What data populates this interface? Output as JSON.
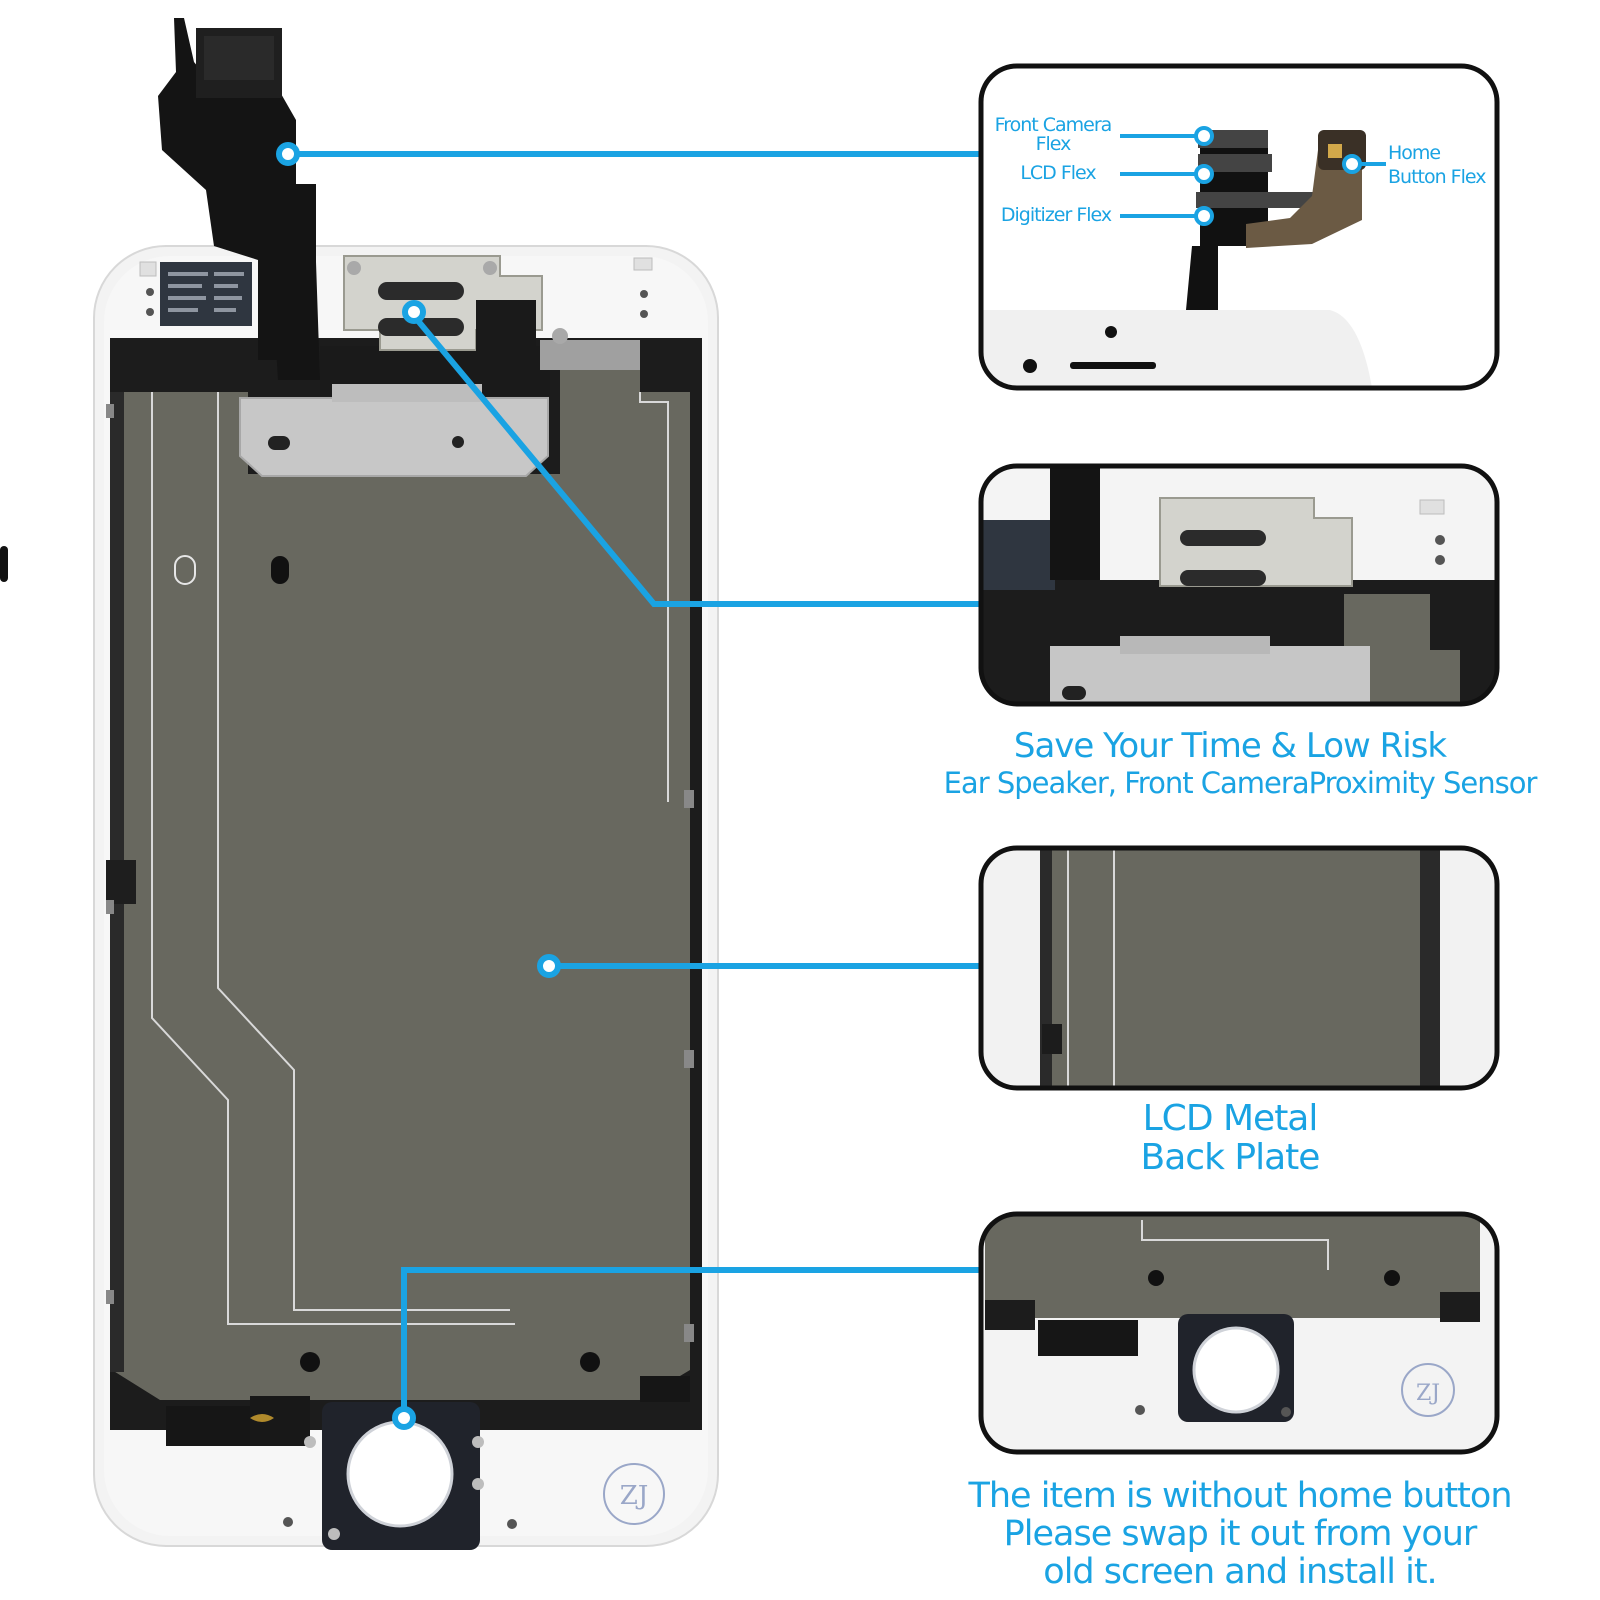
{
  "colors": {
    "accent": "#1aa3e3",
    "plate": "#68685f",
    "frame": "#f2f2f2",
    "bezel": "#1c1c1c",
    "outline": "#111111"
  },
  "callouts": {
    "front_camera_flex": "Front Camera Flex",
    "lcd_flex": "LCD Flex",
    "digitizer_flex": "Digitizer Flex",
    "home_button_flex_line1": "Home",
    "home_button_flex_line2": "Button Flex"
  },
  "captions": {
    "speaker_title": "Save Your Time & Low Risk",
    "speaker_subtitle": "Ear Speaker, Front CameraProximity Sensor",
    "plate_line1": "LCD Metal",
    "plate_line2": "Back Plate",
    "home_line1": "The item is without home button",
    "home_line2": "Please swap it out from your",
    "home_line3": "old screen and install it."
  },
  "logo_text": "ZJ"
}
